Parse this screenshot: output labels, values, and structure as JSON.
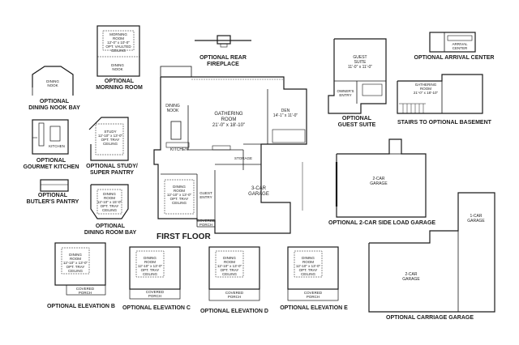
{
  "captions": {
    "first_floor": "FIRST FLOOR",
    "rear_fireplace": "OPTIONAL REAR\nFIREPLACE",
    "dining_nook_bay": "OPTIONAL\nDINING NOOK BAY",
    "morning_room": "OPTIONAL\nMORNING ROOM",
    "gourmet_kitchen": "OPTIONAL\nGOURMET KITCHEN",
    "study_pantry": "OPTIONAL STUDY/\nSUPER PANTRY",
    "butlers_pantry": "OPTIONAL\nBUTLER'S PANTRY",
    "dining_room_bay": "OPTIONAL\nDINING ROOM BAY",
    "guest_suite": "OPTIONAL\nGUEST SUITE",
    "arrival_center": "OPTIONAL ARRIVAL CENTER",
    "stairs_basement": "STAIRS TO OPTIONAL BASEMENT",
    "side_load_garage": "OPTIONAL 2-CAR SIDE LOAD GARAGE",
    "carriage_garage": "OPTIONAL CARRIAGE GARAGE",
    "elev_b": "OPTIONAL ELEVATION B",
    "elev_c": "OPTIONAL ELEVATION C",
    "elev_d": "OPTIONAL ELEVATION D",
    "elev_e": "OPTIONAL ELEVATION E"
  },
  "rooms": {
    "gathering": "GATHERING\nROOM\n21'-0\" x 18'-10\"",
    "dining_nook": "DINING\nNOOK",
    "den": "DEN\n14'-1\" x 11'-0\"",
    "kitchen": "KITCHEN",
    "dining_main": "DINING\nROOM\n12'-10\" x 13'-0\"\nOPT. TRAY\nCEILING",
    "garage_3car": "3-CAR\nGARAGE",
    "storage": "STORAGE",
    "guest_entry": "GUEST\nENTRY",
    "covered_porch": "COVERED\nPORCH",
    "morning": "MORNING\nROOM\n12'-0\" x 10'-0\"\nOPT. VAULTED\nCEILING",
    "nook_morning": "DINING\nNOOK",
    "nook_bay": "DINING\nNOOK",
    "gourmet_kitchen": "KITCHEN",
    "study": "STUDY\n12'-10\" x 13'-0\"\nOPT. TRAY\nCEILING",
    "dining_bay": "DINING\nROOM\n12'-10\" x 15'-0\"\nOPT. TRAY\nCEILING",
    "guest_suite": "GUEST\nSUITE\n11'-0\" x 11'-0\"",
    "owners_entry": "OWNER'S\nENTRY",
    "arrival_center": "ARRIVAL\nCENTER",
    "gathering_basement": "GATHERING\nROOM\n21'-0\" x 18'-10\"",
    "side_garage": "2-CAR\nGARAGE",
    "carriage_2car": "2-CAR\nGARAGE",
    "carriage_1car": "1-CAR\nGARAGE",
    "elev_dining": "DINING\nROOM\n12'-10\" x 13'-0\"\nOPT. TRAY\nCEILING",
    "elev_porch": "COVERED\nPORCH"
  }
}
